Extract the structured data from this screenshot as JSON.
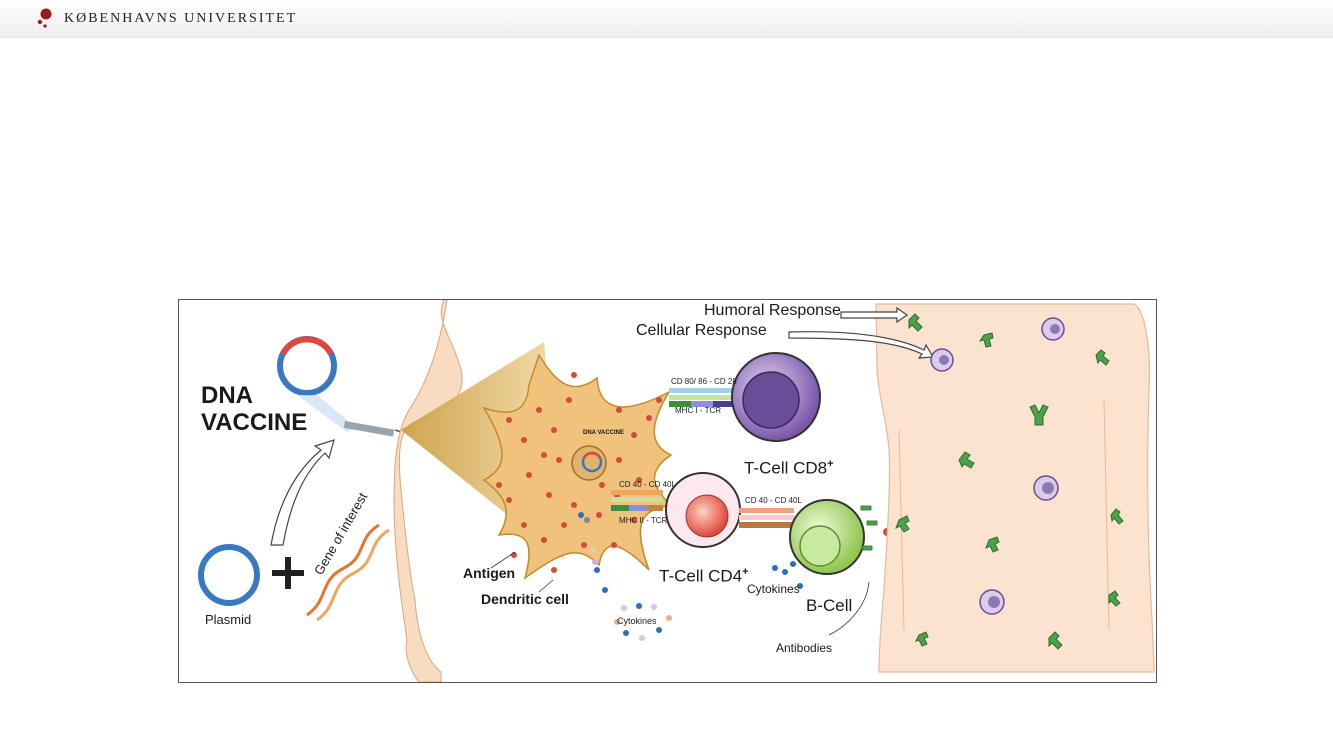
{
  "header": {
    "university_name": "KØBENHAVNS UNIVERSITET",
    "logo_icon": "university-crest-icon"
  },
  "figure": {
    "title_line1": "DNA",
    "title_line2": "VACCINE",
    "plasmid_label": "Plasmid",
    "gene_label": "Gene of interest",
    "antigen_label": "Antigen",
    "dendritic_label": "Dendritic cell",
    "dna_vaccine_small_label": "DNA VACCINE",
    "humoral_label": "Humoral Response",
    "cellular_label": "Cellular Response",
    "cd8_label": "T-Cell CD8",
    "cd4_label": "T-Cell CD4",
    "sup_plus": "+",
    "bcell_label": "B-Cell",
    "cytokines_label": "Cytokines",
    "antibodies_label": "Antibodies",
    "cd80_label": "CD 80/ 86 - CD 28",
    "mhc1_label": "MHC I - TCR",
    "cd40_label": "CD 40 - CD 40L",
    "mhc2_label": "MHC II - TCR",
    "colors": {
      "brand_red": "#9b1c1f",
      "skin": "#f7dcc2",
      "dendritic": "#f0c27b",
      "cd8": "#8a6bb5",
      "cd4": "#e8584a",
      "bcell": "#a8d66b",
      "antibody": "#4aa34a",
      "plasmid_blue": "#3a78c2"
    }
  }
}
